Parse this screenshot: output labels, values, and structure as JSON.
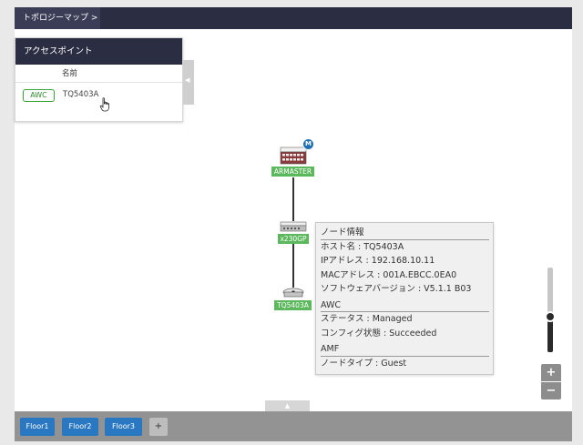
{
  "header": {
    "breadcrumb": "トポロジーマップ >"
  },
  "ap_panel": {
    "title": "アクセスポイント",
    "column_name": "名前",
    "rows": [
      {
        "badge": "AWC",
        "name": "TQ5403A"
      }
    ],
    "collapse_glyph": "◀"
  },
  "nodes": [
    {
      "label": "ARMASTER",
      "icon": "switch-icon",
      "badge": "M"
    },
    {
      "label": "x230GP",
      "icon": "switch-icon"
    },
    {
      "label": "TQ5403A",
      "icon": "access-point-icon"
    }
  ],
  "info": {
    "title": "ノード情報",
    "host": "ホスト名 : TQ5403A",
    "ip": "IPアドレス : 192.168.10.11",
    "mac": "MACアドレス : 001A.EBCC.0EA0",
    "software": "ソフトウェアバージョン : V5.1.1 B03",
    "awc_title": "AWC",
    "status": "ステータス : Managed",
    "config": "コンフィグ状態 : Succeeded",
    "amf_title": "AMF",
    "node_type": "ノードタイプ : Guest"
  },
  "zoom": {
    "in_label": "+",
    "out_label": "−",
    "level_fraction": 0.42
  },
  "bottom_toggle": "▲",
  "floors": [
    "Floor1",
    "Floor2",
    "Floor3"
  ],
  "add_floor_label": "+",
  "colors": {
    "header": "#2b2d42",
    "node_label": "#5cb85c",
    "floor_button": "#2a78c2",
    "master_badge": "#1f6fb5"
  }
}
